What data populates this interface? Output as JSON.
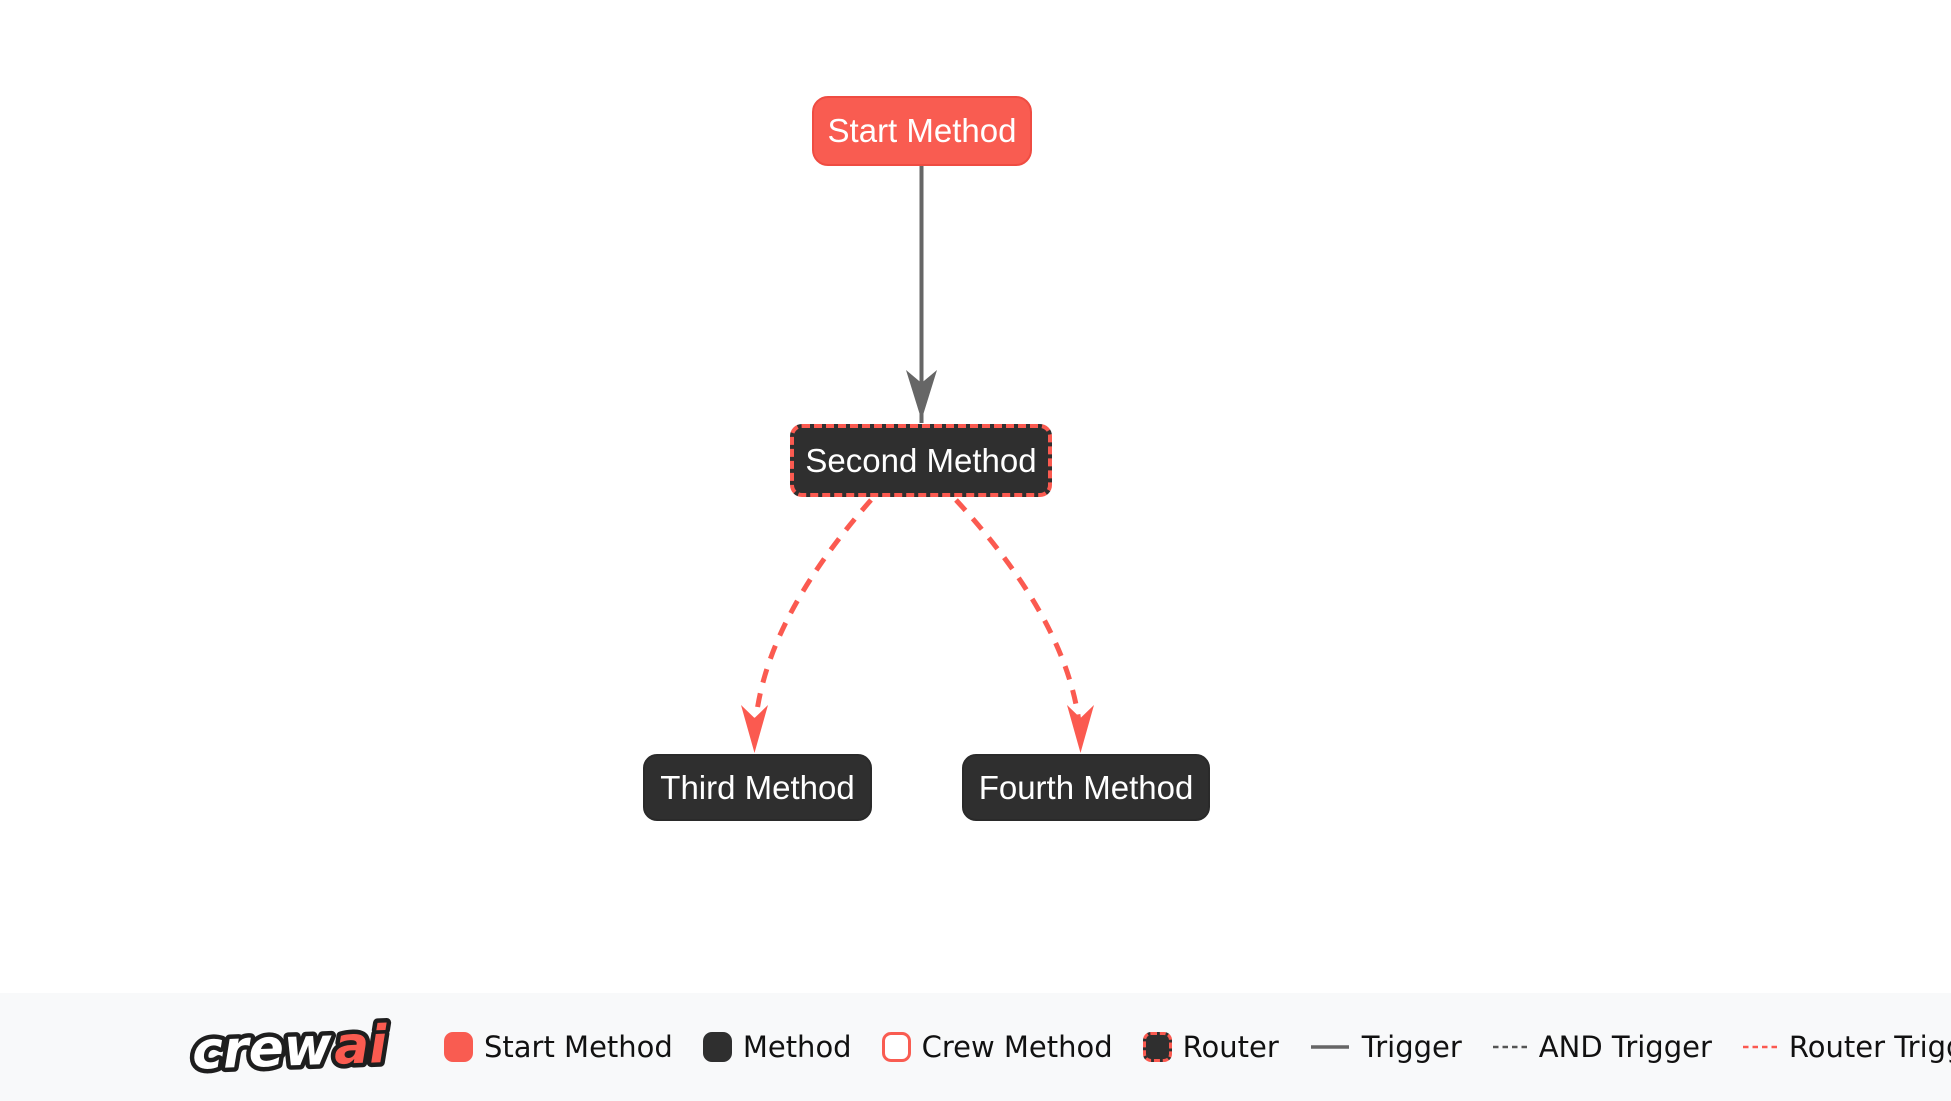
{
  "diagram": {
    "nodes": {
      "start": {
        "label": "Start Method",
        "type": "start-method"
      },
      "second": {
        "label": "Second Method",
        "type": "router"
      },
      "third": {
        "label": "Third Method",
        "type": "method"
      },
      "fourth": {
        "label": "Fourth Method",
        "type": "method"
      }
    },
    "edges": [
      {
        "from": "start",
        "to": "second",
        "type": "trigger"
      },
      {
        "from": "second",
        "to": "third",
        "type": "router-trigger"
      },
      {
        "from": "second",
        "to": "fourth",
        "type": "router-trigger"
      }
    ]
  },
  "legend": {
    "logo": {
      "part1": "crew",
      "part2": "ai"
    },
    "items": [
      {
        "label": "Start Method",
        "swatch": "start-method-swatch"
      },
      {
        "label": "Method",
        "swatch": "method-swatch"
      },
      {
        "label": "Crew Method",
        "swatch": "crew-method-swatch"
      },
      {
        "label": "Router",
        "swatch": "router-swatch"
      },
      {
        "label": "Trigger",
        "swatch": "trigger-line"
      },
      {
        "label": "AND Trigger",
        "swatch": "and-trigger-line"
      },
      {
        "label": "Router Trigger",
        "swatch": "router-trigger-line"
      }
    ]
  },
  "colors": {
    "coral": "#f95c51",
    "coral_bright": "#fb5a50",
    "node_dark": "#2f2f2f",
    "trigger_gray": "#666666",
    "legend_bg": "#f8f9fa",
    "legend_text": "#111111"
  }
}
